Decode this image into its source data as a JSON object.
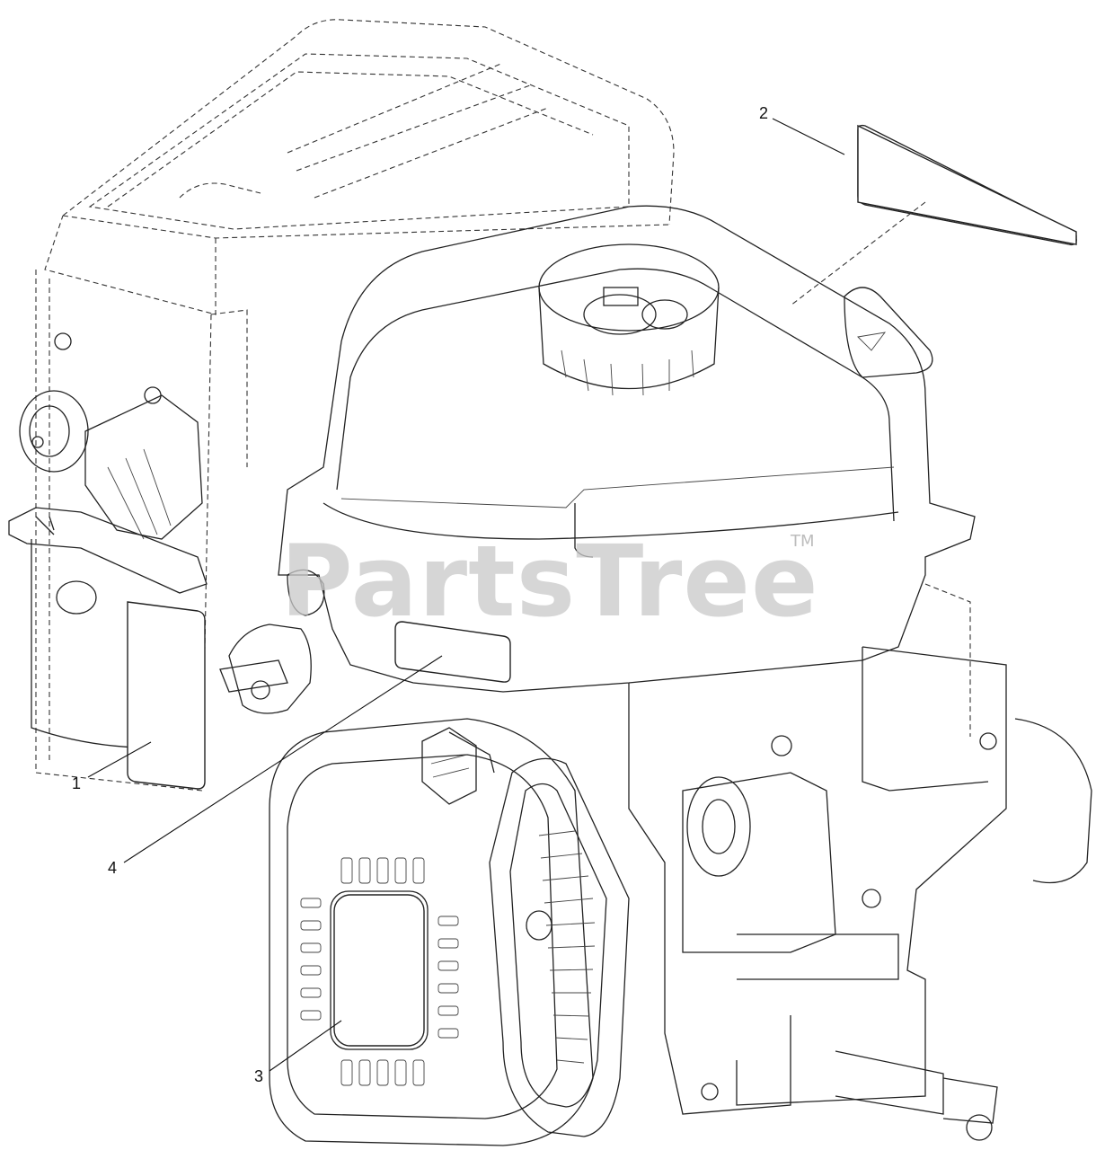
{
  "diagram": {
    "callouts": [
      {
        "id": "1",
        "label": "1"
      },
      {
        "id": "2",
        "label": "2"
      },
      {
        "id": "3",
        "label": "3"
      },
      {
        "id": "4",
        "label": "4"
      }
    ],
    "watermark": {
      "text": "PartsTree",
      "tm": "TM"
    }
  }
}
